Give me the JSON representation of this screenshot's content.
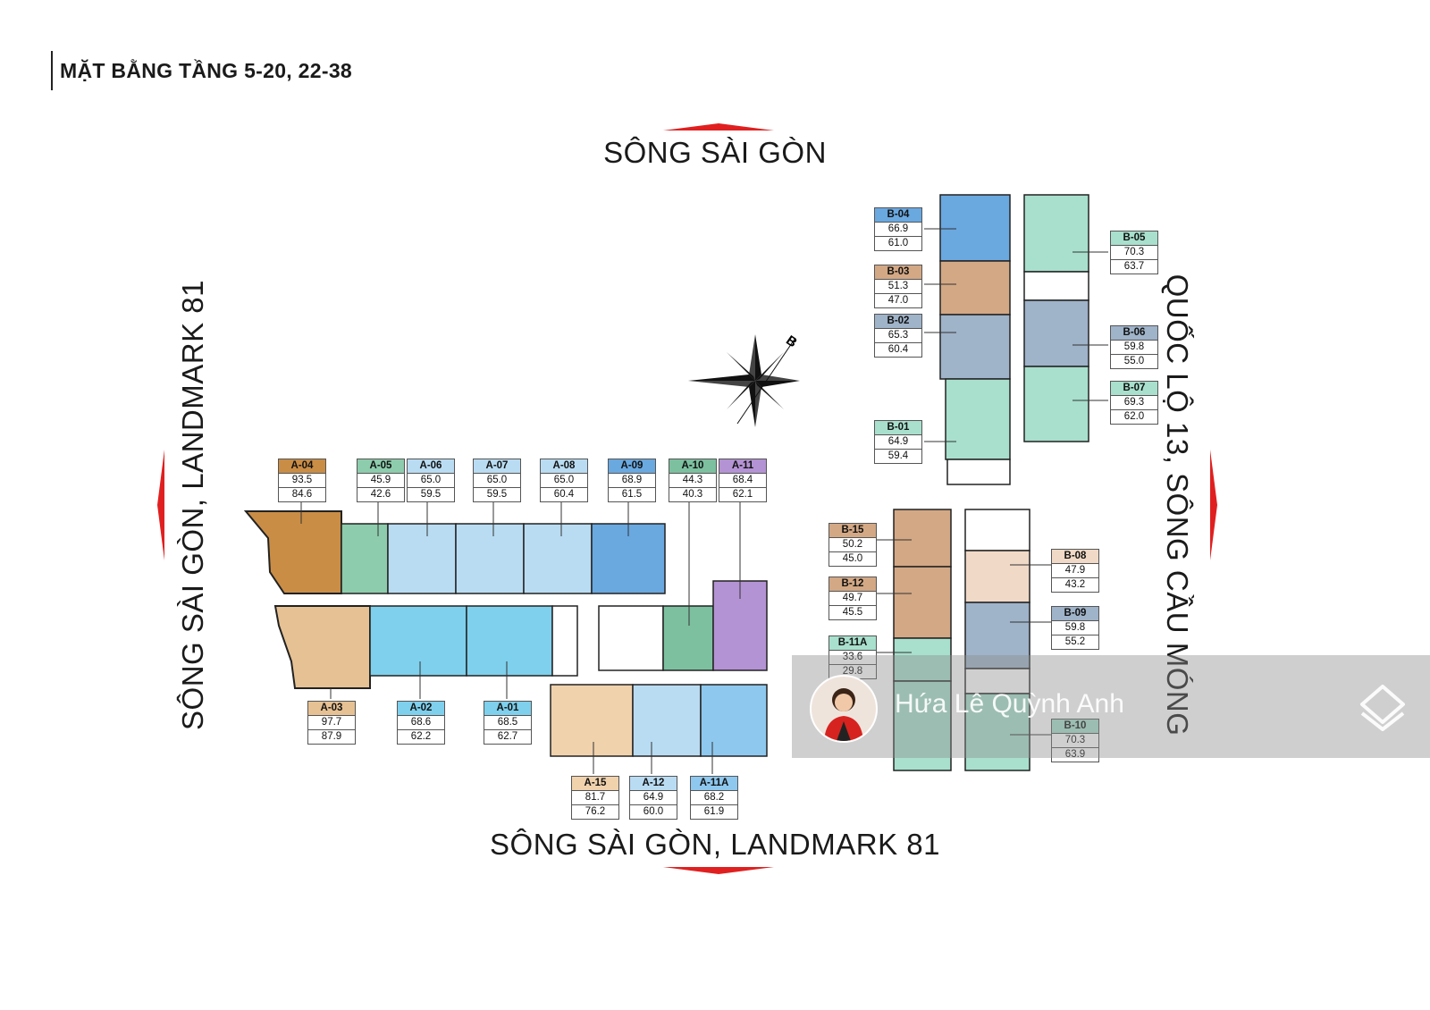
{
  "title": "MẶT BẰNG TẦNG 5-20, 22-38",
  "directions": {
    "top": "SÔNG SÀI GÒN",
    "bottom": "SÔNG SÀI GÒN, LANDMARK 81",
    "left": "SÔNG SÀI GÒN, LANDMARK 81",
    "right": "QUỐC LỘ 13, SÔNG CẦU MÓNG"
  },
  "compass_label": "B",
  "units": [
    {
      "code": "A-04",
      "area_1": "93.5",
      "area_2": "84.6",
      "color": "#c98d46"
    },
    {
      "code": "A-05",
      "area_1": "45.9",
      "area_2": "42.6",
      "color": "#8dccac"
    },
    {
      "code": "A-06",
      "area_1": "65.0",
      "area_2": "59.5",
      "color": "#b9dcf2"
    },
    {
      "code": "A-07",
      "area_1": "65.0",
      "area_2": "59.5",
      "color": "#b9dcf2"
    },
    {
      "code": "A-08",
      "area_1": "65.0",
      "area_2": "60.4",
      "color": "#b9dcf2"
    },
    {
      "code": "A-09",
      "area_1": "68.9",
      "area_2": "61.5",
      "color": "#6aa8e0"
    },
    {
      "code": "A-10",
      "area_1": "44.3",
      "area_2": "40.3",
      "color": "#7cc0a0"
    },
    {
      "code": "A-11",
      "area_1": "68.4",
      "area_2": "62.1",
      "color": "#b493d4"
    },
    {
      "code": "A-03",
      "area_1": "97.7",
      "area_2": "87.9",
      "color": "#e6c193"
    },
    {
      "code": "A-02",
      "area_1": "68.6",
      "area_2": "62.2",
      "color": "#7fd0ec"
    },
    {
      "code": "A-01",
      "area_1": "68.5",
      "area_2": "62.7",
      "color": "#7fd0ec"
    },
    {
      "code": "A-15",
      "area_1": "81.7",
      "area_2": "76.2",
      "color": "#f0d2ad"
    },
    {
      "code": "A-12",
      "area_1": "64.9",
      "area_2": "60.0",
      "color": "#b9dcf2"
    },
    {
      "code": "A-11A",
      "area_1": "68.2",
      "area_2": "61.9",
      "color": "#8ec8ef"
    },
    {
      "code": "B-04",
      "area_1": "66.9",
      "area_2": "61.0",
      "color": "#6aa8e0"
    },
    {
      "code": "B-03",
      "area_1": "51.3",
      "area_2": "47.0",
      "color": "#d3a885"
    },
    {
      "code": "B-02",
      "area_1": "65.3",
      "area_2": "60.4",
      "color": "#9fb3c9"
    },
    {
      "code": "B-01",
      "area_1": "64.9",
      "area_2": "59.4",
      "color": "#a8e0cd"
    },
    {
      "code": "B-05",
      "area_1": "70.3",
      "area_2": "63.7",
      "color": "#a8e0cd"
    },
    {
      "code": "B-06",
      "area_1": "59.8",
      "area_2": "55.0",
      "color": "#9fb3c9"
    },
    {
      "code": "B-07",
      "area_1": "69.3",
      "area_2": "62.0",
      "color": "#a8e0cd"
    },
    {
      "code": "B-15",
      "area_1": "50.2",
      "area_2": "45.0",
      "color": "#d3a885"
    },
    {
      "code": "B-12",
      "area_1": "49.7",
      "area_2": "45.5",
      "color": "#d3a885"
    },
    {
      "code": "B-11A",
      "area_1": "33.6",
      "area_2": "29.8",
      "color": "#a8e0cd"
    },
    {
      "code": "B-08",
      "area_1": "47.9",
      "area_2": "43.2",
      "color": "#f0d9c6"
    },
    {
      "code": "B-09",
      "area_1": "59.8",
      "area_2": "55.2",
      "color": "#9fb3c9"
    },
    {
      "code": "B-10",
      "area_1": "70.3",
      "area_2": "63.9",
      "color": "#a8e0cd"
    }
  ],
  "watermark": {
    "name": "Hứa Lê Quỳnh Anh",
    "logo_icon": "house-stack-icon"
  }
}
